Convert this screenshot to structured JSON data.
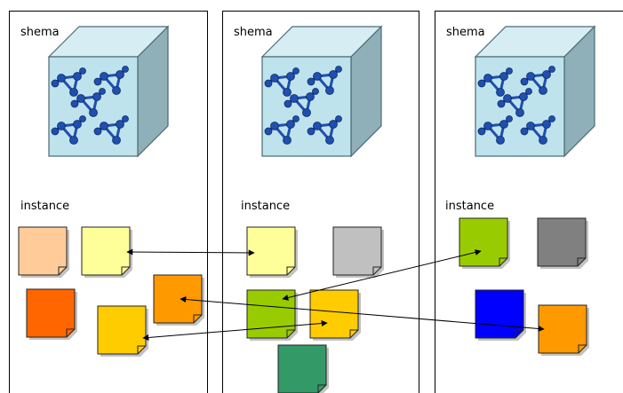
{
  "panels": [
    {
      "schema_label": "shema",
      "instance_label": "instance"
    },
    {
      "schema_label": "shema",
      "instance_label": "instance"
    },
    {
      "schema_label": "shema",
      "instance_label": "instance"
    }
  ],
  "cube_colors": {
    "front": "#bfe3ec",
    "top": "#d6eef3",
    "side": "#8fb0b8",
    "edge": "#4a6a72",
    "molecule": "#1f4fb0"
  },
  "documents": [
    {
      "panel": 1,
      "color": "#ffcc99"
    },
    {
      "panel": 1,
      "color": "#ffff99"
    },
    {
      "panel": 1,
      "color": "#ff6600"
    },
    {
      "panel": 1,
      "color": "#ff9900"
    },
    {
      "panel": 1,
      "color": "#ffcc00"
    },
    {
      "panel": 2,
      "color": "#ffff99"
    },
    {
      "panel": 2,
      "color": "#c0c0c0"
    },
    {
      "panel": 2,
      "color": "#99cc00"
    },
    {
      "panel": 2,
      "color": "#ffcc00"
    },
    {
      "panel": 2,
      "color": "#339966"
    },
    {
      "panel": 3,
      "color": "#99cc00"
    },
    {
      "panel": 3,
      "color": "#808080"
    },
    {
      "panel": 3,
      "color": "#0000ff"
    },
    {
      "panel": 3,
      "color": "#ff9900"
    }
  ],
  "links": [
    {
      "from": 1,
      "to": 5,
      "direction": "both"
    },
    {
      "from": 7,
      "to": 10,
      "direction": "both"
    },
    {
      "from": 4,
      "to": 8,
      "direction": "both"
    },
    {
      "from": 3,
      "to": 13,
      "direction": "both"
    }
  ]
}
